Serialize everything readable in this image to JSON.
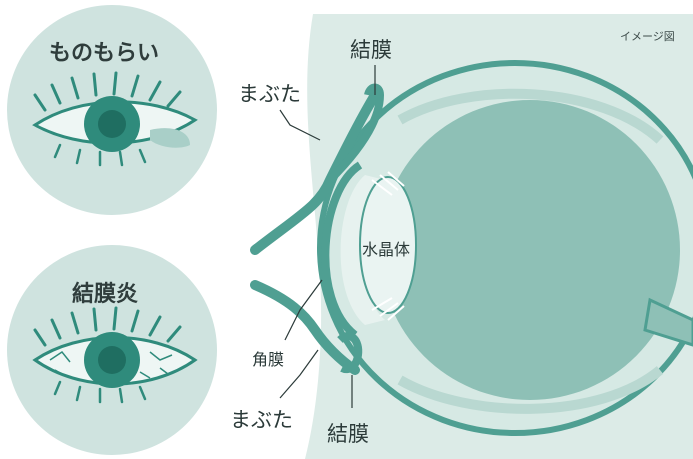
{
  "note": "イメージ図",
  "panels": {
    "stye": {
      "caption": "ものもらい"
    },
    "conjunctivitis": {
      "caption": "結膜炎"
    }
  },
  "labels": {
    "conjunctiva_top": "結膜",
    "conjunctiva_bottom": "結膜",
    "eyelid_top": "まぶた",
    "eyelid_bottom": "まぶた",
    "cornea": "角膜",
    "lens": "水晶体"
  },
  "colors": {
    "circle_fill": "#cfe3df",
    "panel_bg": "#dcebe7",
    "tissue_dark": "#4f9f92",
    "iris": "#2f8b7c",
    "pupil": "#1f6e61",
    "eyeball_fill": "#8ec0b6",
    "outline": "#2c3b3a"
  }
}
